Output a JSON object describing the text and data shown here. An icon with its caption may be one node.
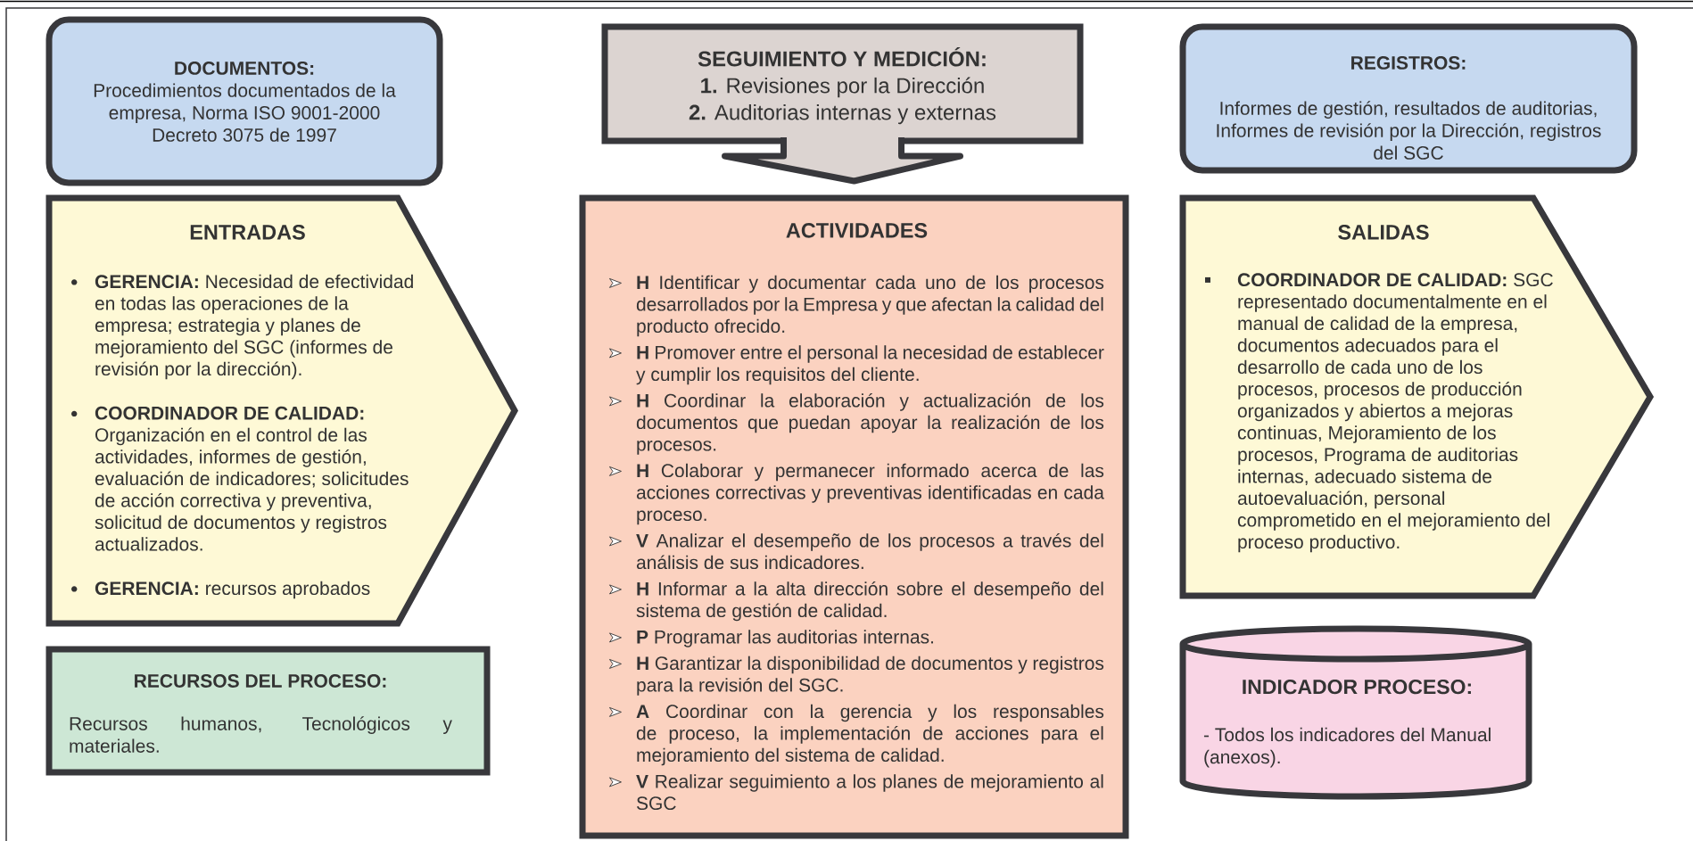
{
  "diagram": {
    "nodes": [
      {
        "text": [
          "DOCUMENTOS:",
          "Procedimientos documentados de la empresa, Norma ISO 9001-2000 Decreto 3075 de 1997"
        ]
      },
      {
        "text": [
          "SEGUIMIENTO Y MEDICIÓN:",
          "**1.** Revisiones por la Dirección",
          "**2.** Auditorias internas y externas"
        ]
      },
      {
        "text": [
          "REGISTROS:",
          "Informes de gestión, resultados de auditorias, Informes de revisión por la Dirección, registros del SGC"
        ]
      },
      {
        "text": [
          "ENTRADAS",
          "**GERENCIA:** Necesidad de efectividad en todas las operaciones de la empresa; estrategia y planes de mejoramiento del SGC (informes de revisión por la dirección).",
          "**COORDINADOR DE CALIDAD:** Organización en el control de las actividades, informes de gestión, evaluación de indicadores; solicitudes de acción correctiva y preventiva, solicitud de documentos y registros actualizados.",
          "**GERENCIA:** recursos aprobados"
        ]
      },
      {
        "text": [
          "ACTIVIDADES",
          "**H** Identificar y documentar cada uno de los procesos desarrollados por la Empresa y que afectan la calidad del producto ofrecido.",
          "**H** Promover entre el personal la necesidad de establecer y cumplir los requisitos del cliente.",
          "**H** Coordinar la elaboración y actualización de los documentos que puedan apoyar la realización de los procesos.",
          "**H** Colaborar y permanecer informado acerca de las acciones correctivas y preventivas identificadas en cada proceso.",
          "**V** Analizar el desempeño de los procesos a través del análisis de sus indicadores.",
          "**H** Informar a la alta dirección sobre el desempeño del sistema de gestión de calidad.",
          "**P** Programar las auditorias internas.",
          "**H** Garantizar la disponibilidad de documentos y registros para la revisión del SGC.",
          "**A** Coordinar con la gerencia y los responsables de proceso, la implementación de acciones para el mejoramiento del sistema de calidad.",
          "**V** Realizar seguimiento a los planes de mejoramiento al SGC"
        ]
      },
      {
        "text": [
          "SALIDAS",
          "**COORDINADOR DE CALIDAD:** SGC representado documentalmente en el manual de calidad de la empresa, documentos adecuados para el desarrollo de cada uno de los procesos, procesos de producción organizados y abiertos a mejoras continuas, Mejoramiento de los procesos, Programa de auditorias internas, adecuado sistema de autoevaluación, personal comprometido en el mejoramiento del proceso productivo."
        ]
      },
      {
        "text": [
          "RECURSOS DEL PROCESO:",
          "Recursos humanos, Tecnológicos y materiales."
        ]
      },
      {
        "text": [
          "INDICADOR PROCESO:",
          "- Todos los indicadores del Manual (anexos)."
        ]
      }
    ],
    "edges": [
      {
        "from": 1,
        "to": 4,
        "arrow": "to"
      }
    ]
  }
}
